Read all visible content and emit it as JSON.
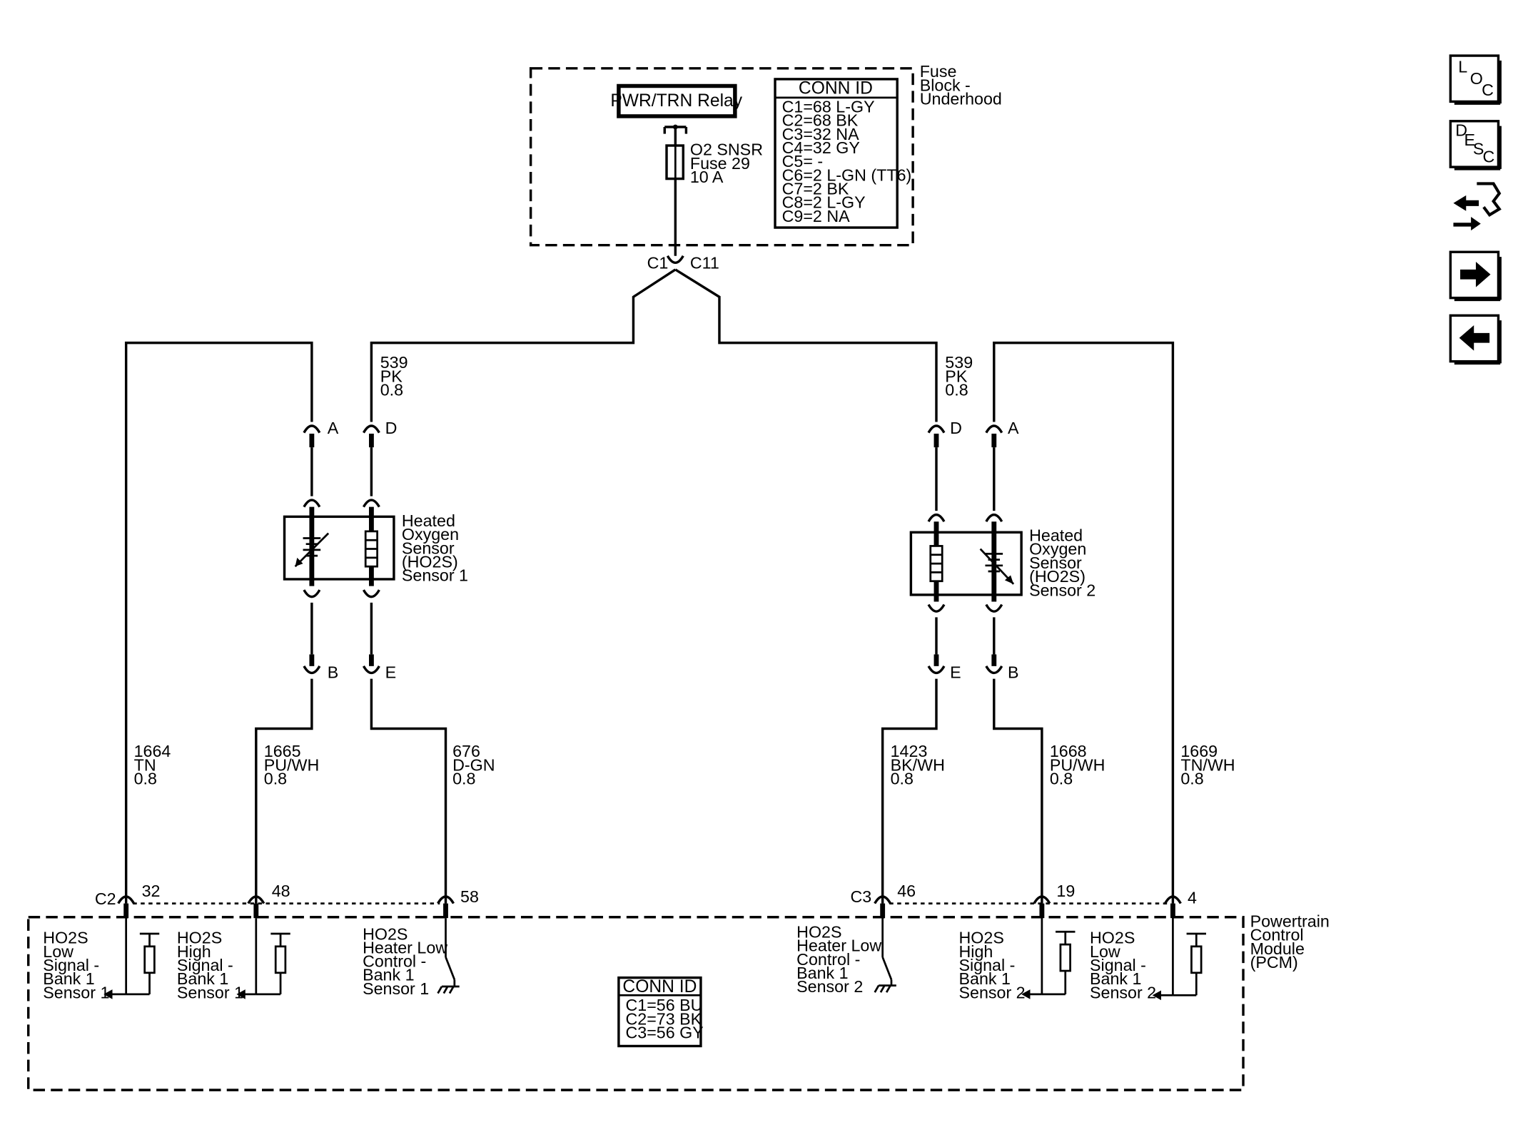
{
  "fuse_block": {
    "title": [
      "Fuse",
      "Block -",
      "Underhood"
    ],
    "relay_label": "PWR/TRN Relay",
    "fuse_label": [
      "O2 SNSR",
      "Fuse 29",
      "10 A"
    ],
    "conn_id": {
      "header": "CONN ID",
      "rows": [
        "C1=68 L-GY",
        "C2=68 BK",
        "C3=32 NA",
        "C4=32 GY",
        "C5= -",
        "C6=2 L-GN (TT6)",
        "C7=2 BK",
        "C8=2 L-GY",
        "C9=2 NA"
      ]
    },
    "splice_left": "C1",
    "splice_right": "C11"
  },
  "sensor1": {
    "label": [
      "Heated",
      "Oxygen",
      "Sensor",
      "(HO2S)",
      "Sensor 1"
    ],
    "pin_a": "A",
    "pin_d": "D",
    "pin_b": "B",
    "pin_e": "E"
  },
  "sensor2": {
    "label": [
      "Heated",
      "Oxygen",
      "Sensor",
      "(HO2S)",
      "Sensor 2"
    ],
    "pin_a": "A",
    "pin_d": "D",
    "pin_b": "B",
    "pin_e": "E"
  },
  "wires": {
    "w539_left": [
      "539",
      "PK",
      "0.8"
    ],
    "w539_right": [
      "539",
      "PK",
      "0.8"
    ],
    "w1664": [
      "1664",
      "TN",
      "0.8"
    ],
    "w1665": [
      "1665",
      "PU/WH",
      "0.8"
    ],
    "w676": [
      "676",
      "D-GN",
      "0.8"
    ],
    "w1423": [
      "1423",
      "BK/WH",
      "0.8"
    ],
    "w1668": [
      "1668",
      "PU/WH",
      "0.8"
    ],
    "w1669": [
      "1669",
      "TN/WH",
      "0.8"
    ]
  },
  "pcm": {
    "title": [
      "Powertrain",
      "Control",
      "Module",
      "(PCM)"
    ],
    "conn_c2": "C2",
    "conn_c3": "C3",
    "pins": {
      "p32": "32",
      "p48": "48",
      "p58": "58",
      "p46": "46",
      "p19": "19",
      "p4": "4"
    },
    "circuits": {
      "low_s1": [
        "HO2S",
        "Low",
        "Signal -",
        "Bank 1",
        "Sensor 1"
      ],
      "high_s1": [
        "HO2S",
        "High",
        "Signal -",
        "Bank 1",
        "Sensor 1"
      ],
      "heater_s1": [
        "HO2S",
        "Heater Low",
        "Control -",
        "Bank 1",
        "Sensor 1"
      ],
      "heater_s2": [
        "HO2S",
        "Heater Low",
        "Control -",
        "Bank 1",
        "Sensor 2"
      ],
      "high_s2": [
        "HO2S",
        "High",
        "Signal -",
        "Bank 1",
        "Sensor 2"
      ],
      "low_s2": [
        "HO2S",
        "Low",
        "Signal -",
        "Bank 1",
        "Sensor 2"
      ]
    },
    "conn_id": {
      "header": "CONN ID",
      "rows": [
        "C1=56 BU",
        "C2=73 BK",
        "C3=56 GY"
      ]
    }
  },
  "nav": {
    "loc": [
      "L",
      "O",
      "C"
    ],
    "desc": [
      "D",
      "E",
      "S",
      "C"
    ],
    "icons": [
      "connector-icon",
      "forward-arrow-icon",
      "back-arrow-icon"
    ]
  }
}
